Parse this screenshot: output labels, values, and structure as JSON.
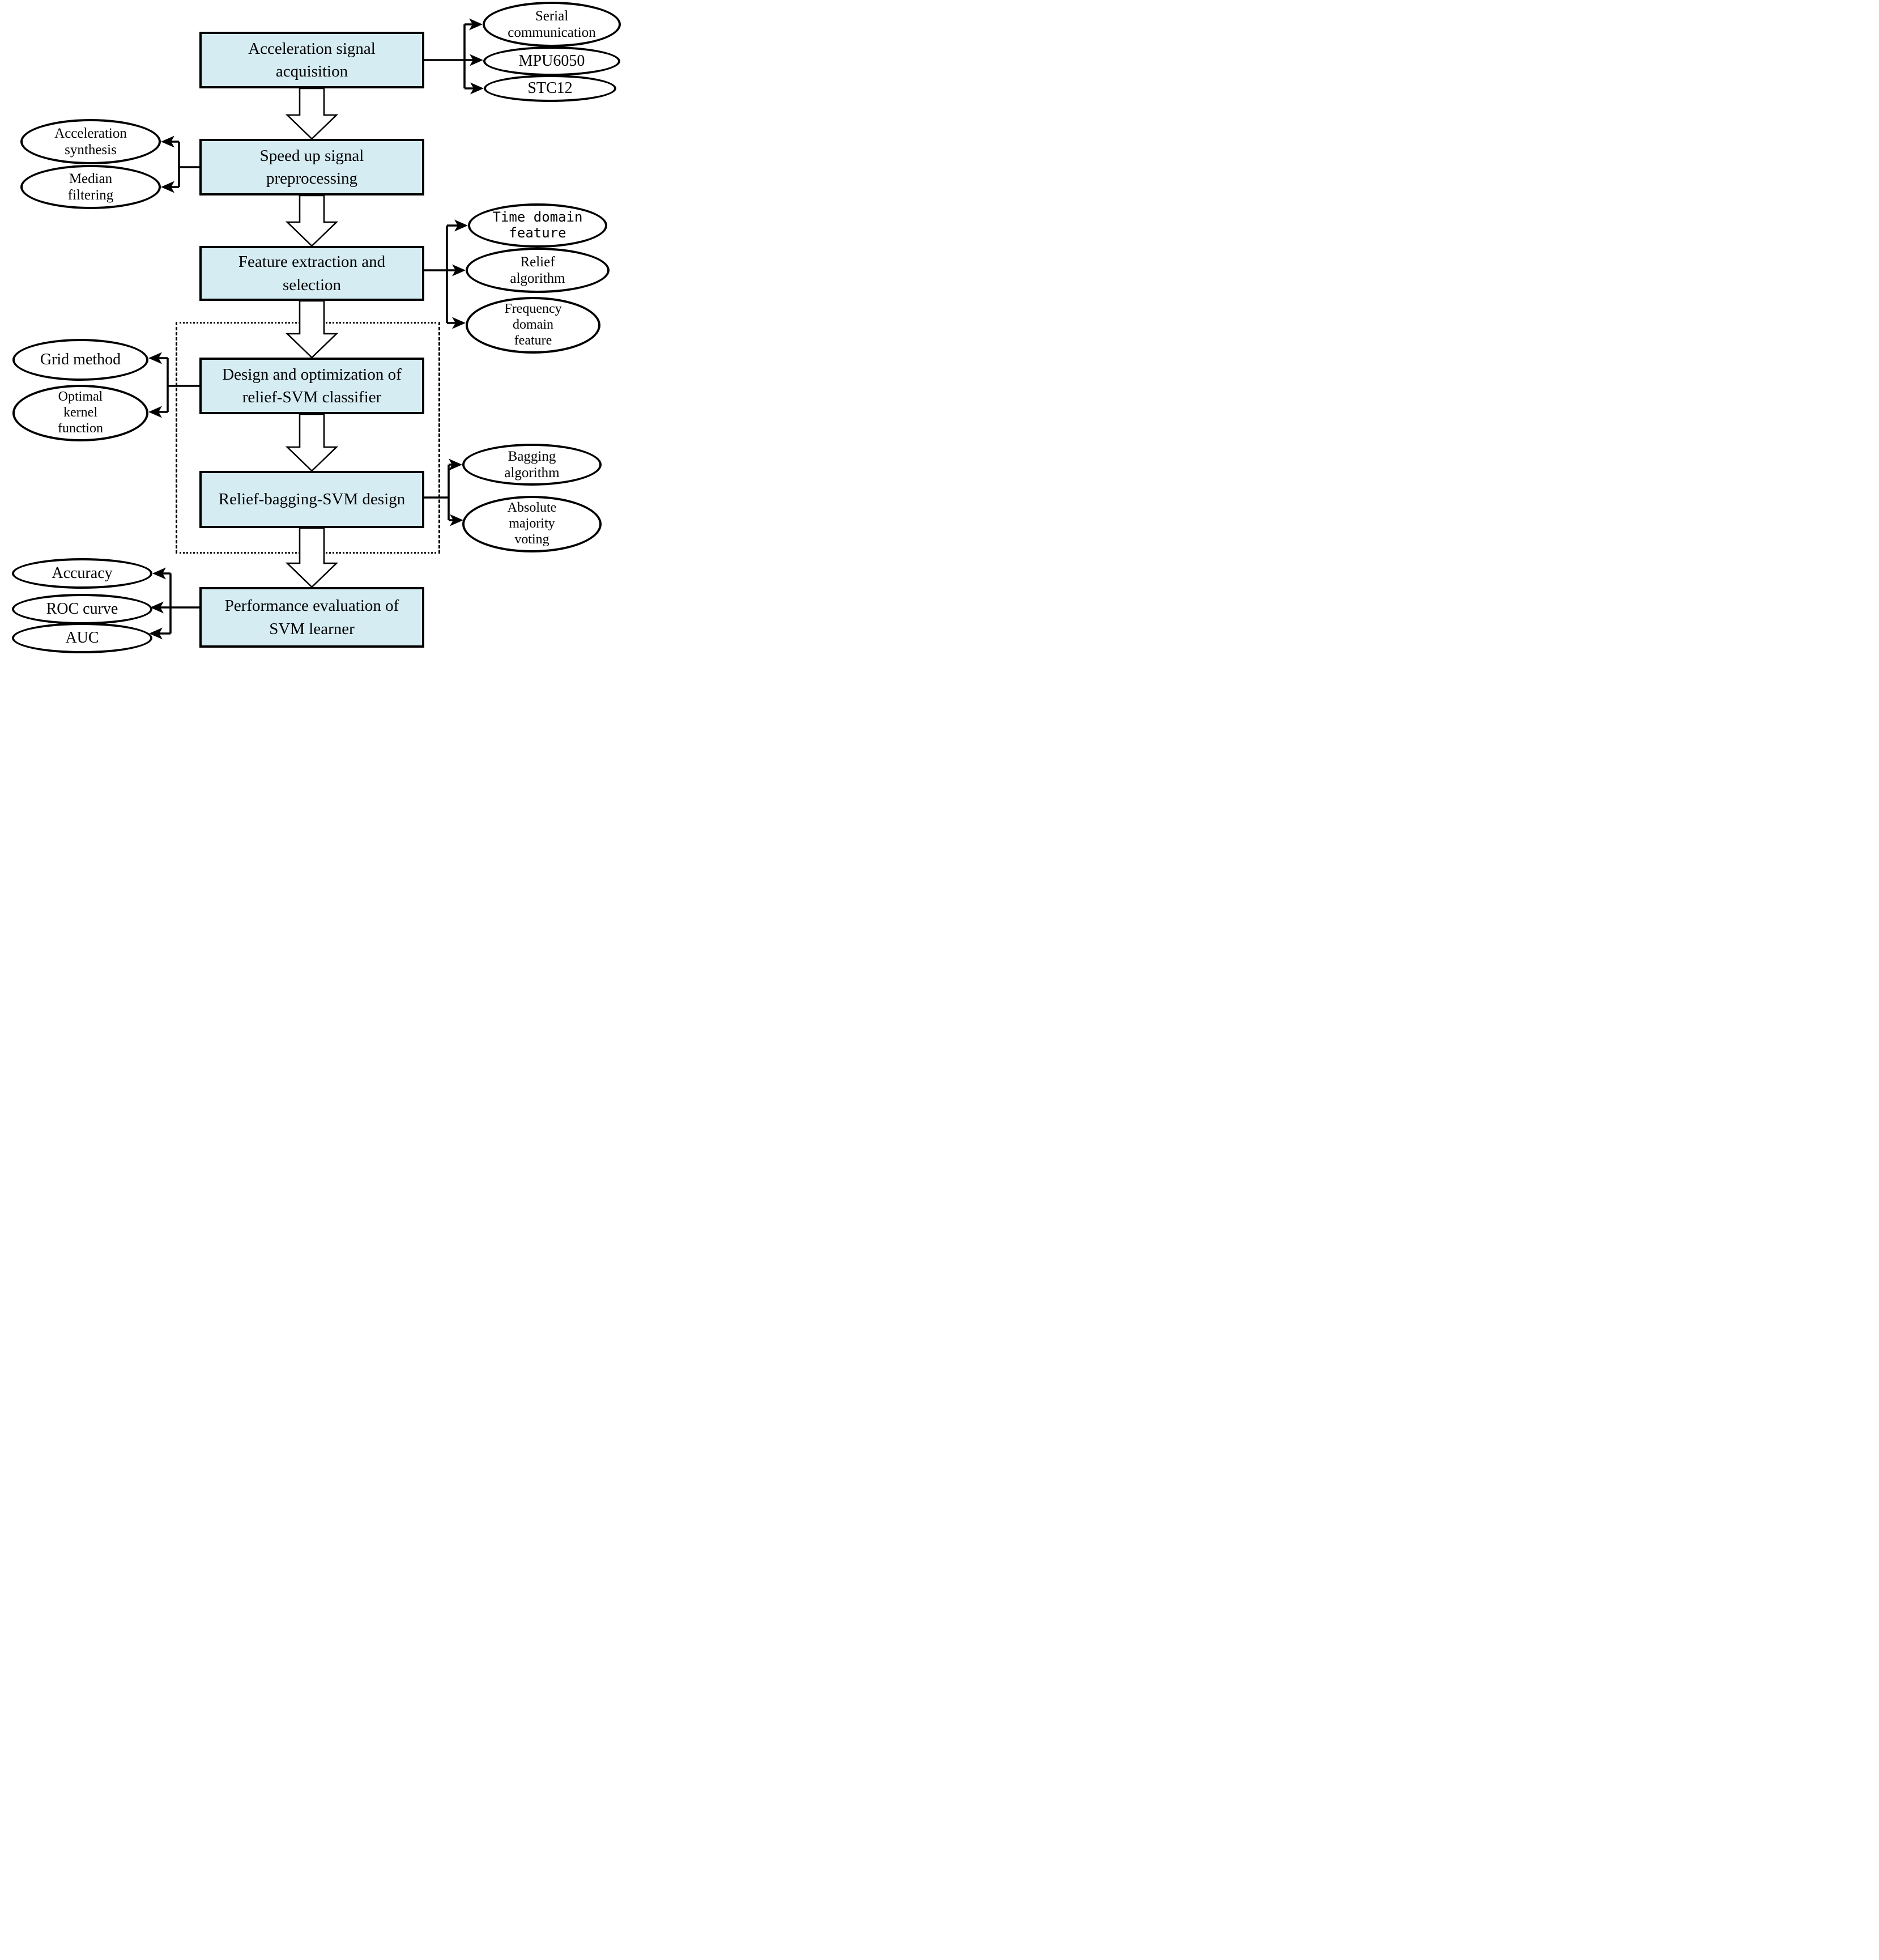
{
  "diagram": {
    "type": "flowchart",
    "colors": {
      "box_fill": "#d6ecf3",
      "outline": "#000000",
      "ellipse_fill": "#ffffff"
    },
    "flow": {
      "step1": {
        "line1": "Acceleration signal",
        "line2": "acquisition"
      },
      "step2": {
        "line1": "Speed up signal",
        "line2": "preprocessing"
      },
      "step3": {
        "line1": "Feature extraction and",
        "line2": "selection"
      },
      "step4": {
        "line1": "Design and optimization of",
        "line2": "relief-SVM classifier"
      },
      "step5": {
        "line1": "Relief-bagging-SVM design"
      },
      "step6": {
        "line1": "Performance evaluation of",
        "line2": "SVM learner"
      }
    },
    "satellites": {
      "serial_communication": {
        "line1": "Serial",
        "line2": "communication"
      },
      "mpu6050": {
        "line1": "MPU6050"
      },
      "stc12": {
        "line1": "STC12"
      },
      "acceleration_synthesis": {
        "line1": "Acceleration",
        "line2": "synthesis"
      },
      "median_filtering": {
        "line1": "Median",
        "line2": "filtering"
      },
      "time_domain_feature": {
        "line1": "Time domain",
        "line2": "feature"
      },
      "relief_algorithm": {
        "line1": "Relief",
        "line2": "algorithm"
      },
      "frequency_domain_feature": {
        "line1": "Frequency",
        "line2": "domain",
        "line3": "feature"
      },
      "grid_method": {
        "line1": "Grid method"
      },
      "optimal_kernel_function": {
        "line1": "Optimal",
        "line2": "kernel",
        "line3": "function"
      },
      "bagging_algorithm": {
        "line1": "Bagging",
        "line2": "algorithm"
      },
      "absolute_majority_voting": {
        "line1": "Absolute",
        "line2": "majority",
        "line3": "voting"
      },
      "accuracy": {
        "line1": "Accuracy"
      },
      "roc_curve": {
        "line1": "ROC curve"
      },
      "auc": {
        "line1": "AUC"
      }
    }
  }
}
